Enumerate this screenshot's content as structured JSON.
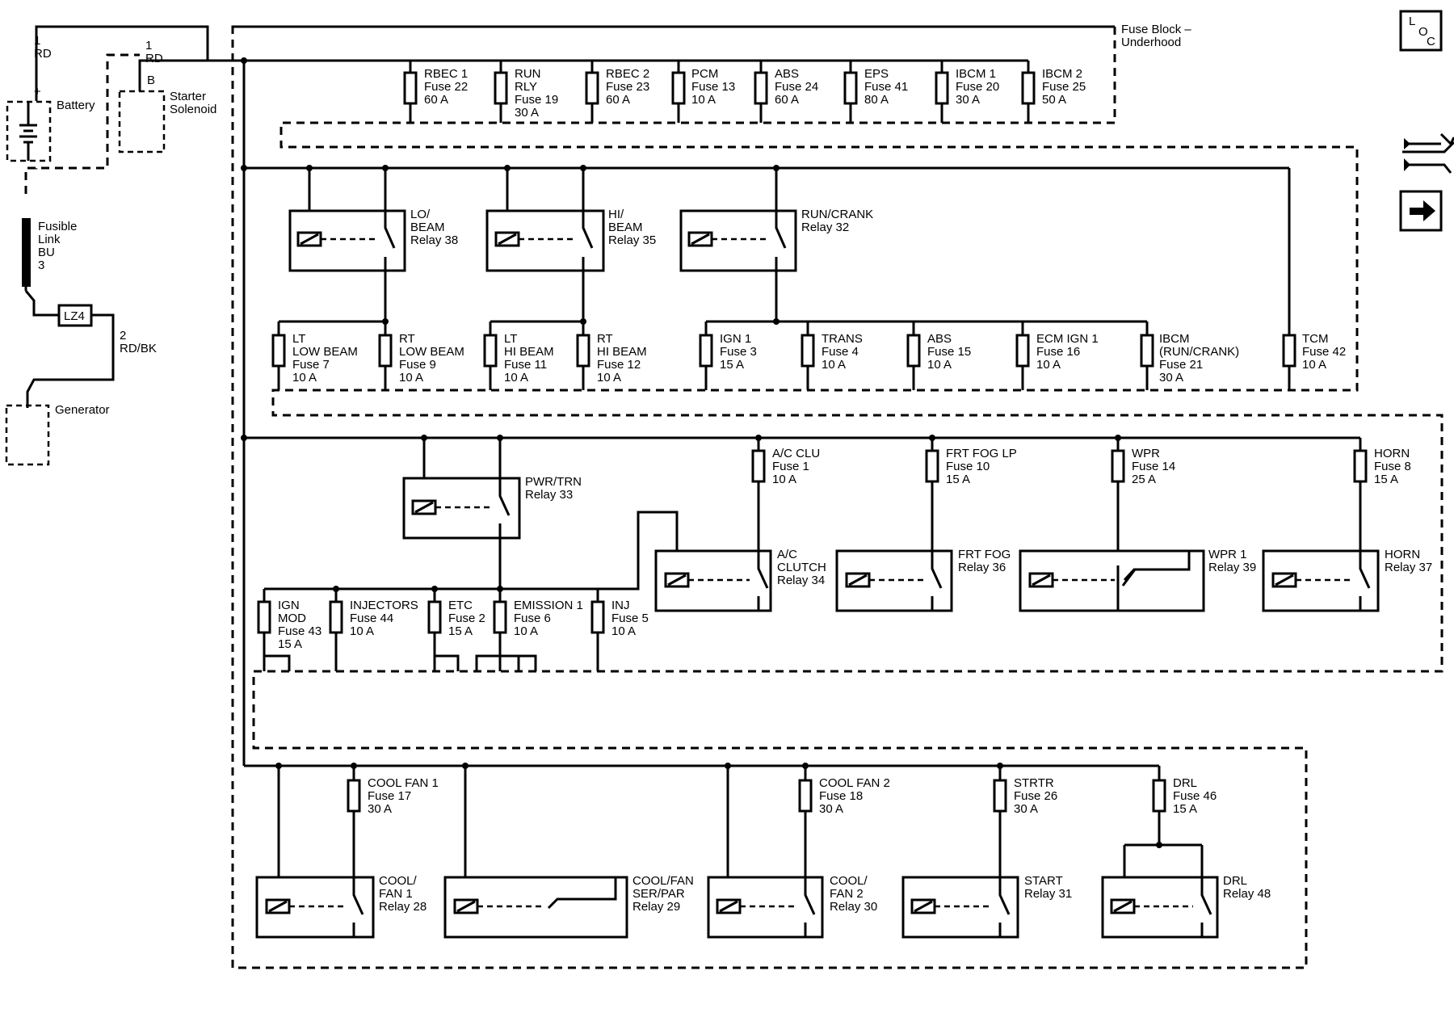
{
  "header": {
    "fuse_block_title": [
      "Fuse Block –",
      "Underhood"
    ],
    "loc_icon": [
      "L",
      "O",
      "C"
    ]
  },
  "source_side": {
    "wire1": [
      "1",
      "RD"
    ],
    "wire2": [
      "1",
      "RD"
    ],
    "terminal_b": "B",
    "battery": "Battery",
    "battery_plus": "+",
    "battery_minus": "-",
    "starter": [
      "Starter",
      "Solenoid"
    ],
    "fusible_link": [
      "Fusible",
      "Link",
      "BU",
      "3"
    ],
    "lz4": "LZ4",
    "wire3": [
      "2",
      "RD/BK"
    ],
    "generator": "Generator"
  },
  "fuses": [
    {
      "id": "f22",
      "lines": [
        "RBEC 1",
        "Fuse 22",
        "60 A"
      ]
    },
    {
      "id": "f19",
      "lines": [
        "RUN",
        "RLY",
        "Fuse 19",
        "30 A"
      ]
    },
    {
      "id": "f23",
      "lines": [
        "RBEC 2",
        "Fuse 23",
        "60 A"
      ]
    },
    {
      "id": "f13",
      "lines": [
        "PCM",
        "Fuse 13",
        "10 A"
      ]
    },
    {
      "id": "f24",
      "lines": [
        "ABS",
        "Fuse 24",
        "60 A"
      ]
    },
    {
      "id": "f41",
      "lines": [
        "EPS",
        "Fuse 41",
        "80 A"
      ]
    },
    {
      "id": "f20",
      "lines": [
        "IBCM 1",
        "Fuse 20",
        "30 A"
      ]
    },
    {
      "id": "f25",
      "lines": [
        "IBCM 2",
        "Fuse 25",
        "50 A"
      ]
    },
    {
      "id": "f7",
      "lines": [
        "LT",
        "LOW BEAM",
        "Fuse 7",
        "10 A"
      ]
    },
    {
      "id": "f9",
      "lines": [
        "RT",
        "LOW BEAM",
        "Fuse 9",
        "10 A"
      ]
    },
    {
      "id": "f11",
      "lines": [
        "LT",
        "HI BEAM",
        "Fuse 11",
        "10 A"
      ]
    },
    {
      "id": "f12",
      "lines": [
        "RT",
        "HI BEAM",
        "Fuse 12",
        "10 A"
      ]
    },
    {
      "id": "f3",
      "lines": [
        "IGN 1",
        "Fuse 3",
        "15 A"
      ]
    },
    {
      "id": "f4",
      "lines": [
        "TRANS",
        "Fuse 4",
        "10 A"
      ]
    },
    {
      "id": "f15",
      "lines": [
        "ABS",
        "Fuse 15",
        "10 A"
      ]
    },
    {
      "id": "f16",
      "lines": [
        "ECM IGN 1",
        "Fuse 16",
        "10 A"
      ]
    },
    {
      "id": "f21",
      "lines": [
        "IBCM",
        "(RUN/CRANK)",
        "Fuse 21",
        "30 A"
      ]
    },
    {
      "id": "f42",
      "lines": [
        "TCM",
        "Fuse 42",
        "10 A"
      ]
    },
    {
      "id": "f1",
      "lines": [
        "A/C CLU",
        "Fuse 1",
        "10 A"
      ]
    },
    {
      "id": "f10",
      "lines": [
        "FRT FOG LP",
        "Fuse 10",
        "15 A"
      ]
    },
    {
      "id": "f14",
      "lines": [
        "WPR",
        "Fuse 14",
        "25 A"
      ]
    },
    {
      "id": "f8",
      "lines": [
        "HORN",
        "Fuse 8",
        "15 A"
      ]
    },
    {
      "id": "f43",
      "lines": [
        "IGN",
        "MOD",
        "Fuse 43",
        "15 A"
      ]
    },
    {
      "id": "f44",
      "lines": [
        "INJECTORS",
        "Fuse 44",
        "10 A"
      ]
    },
    {
      "id": "f2",
      "lines": [
        "ETC",
        "Fuse 2",
        "15 A"
      ]
    },
    {
      "id": "f6",
      "lines": [
        "EMISSION 1",
        "Fuse 6",
        "10 A"
      ]
    },
    {
      "id": "f5",
      "lines": [
        "INJ",
        "Fuse 5",
        "10 A"
      ]
    },
    {
      "id": "f17",
      "lines": [
        "COOL FAN 1",
        "Fuse 17",
        "30 A"
      ]
    },
    {
      "id": "f18",
      "lines": [
        "COOL FAN 2",
        "Fuse 18",
        "30 A"
      ]
    },
    {
      "id": "f26",
      "lines": [
        "STRTR",
        "Fuse 26",
        "30 A"
      ]
    },
    {
      "id": "f46",
      "lines": [
        "DRL",
        "Fuse 46",
        "15 A"
      ]
    }
  ],
  "relays": [
    {
      "id": "r38",
      "lines": [
        "LO/",
        "BEAM",
        "Relay 38"
      ]
    },
    {
      "id": "r35",
      "lines": [
        "HI/",
        "BEAM",
        "Relay 35"
      ]
    },
    {
      "id": "r32",
      "lines": [
        "RUN/CRANK",
        "Relay 32"
      ]
    },
    {
      "id": "r33",
      "lines": [
        "PWR/TRN",
        "Relay 33"
      ]
    },
    {
      "id": "r34",
      "lines": [
        "A/C",
        "CLUTCH",
        "Relay 34"
      ]
    },
    {
      "id": "r36",
      "lines": [
        "FRT FOG",
        "Relay 36"
      ]
    },
    {
      "id": "r39",
      "lines": [
        "WPR 1",
        "Relay 39"
      ]
    },
    {
      "id": "r37",
      "lines": [
        "HORN",
        "Relay 37"
      ]
    },
    {
      "id": "r28",
      "lines": [
        "COOL/",
        "FAN 1",
        "Relay 28"
      ]
    },
    {
      "id": "r29",
      "lines": [
        "COOL/FAN",
        "SER/PAR",
        "Relay 29"
      ]
    },
    {
      "id": "r30",
      "lines": [
        "COOL/",
        "FAN 2",
        "Relay 30"
      ]
    },
    {
      "id": "r31",
      "lines": [
        "START",
        "Relay 31"
      ]
    },
    {
      "id": "r48",
      "lines": [
        "DRL",
        "Relay 48"
      ]
    }
  ]
}
